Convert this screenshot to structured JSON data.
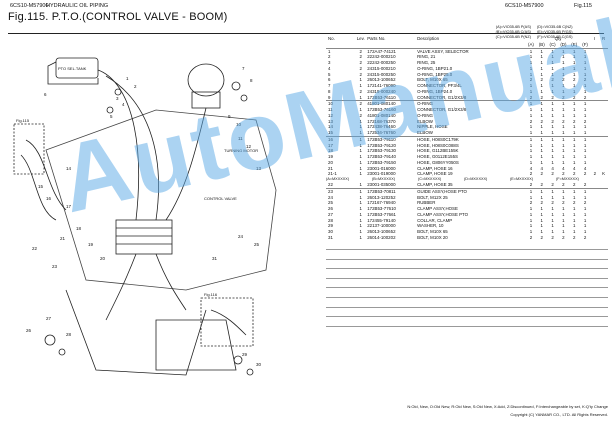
{
  "header": {
    "code_left": "6CS10-M57900",
    "section": "HYDRAULIC OIL PIPING",
    "figure_title": "Fig.115.  P.T.O.(CONTROL VALVE - BOOM)",
    "code_right": "6CS10-M57900",
    "fig_right": "Fig.115"
  },
  "legend": {
    "left": [
      "(A)=VIO35-6B P(AS)",
      "(B)=VIO35-6B C(AS)",
      "(C)=VIO35-6B P(NZ)"
    ],
    "right": [
      "(D)=VIO35-6B C(NZ)",
      "(E)=VIO35-6B P(GS)",
      "(F)=VIO35-6B C(GS)"
    ]
  },
  "diagram_labels": {
    "pto_sel_tank": "PTO SEL.TANK",
    "turning_motor": "TURNING MOTOR",
    "control_valve": "CONTROL VALVE",
    "fig_115a": "Fig.115",
    "fig_116": "Fig.116",
    "callouts": [
      "1",
      "2",
      "3",
      "4",
      "5",
      "6",
      "7",
      "8",
      "9",
      "10",
      "11",
      "12",
      "13",
      "14",
      "15",
      "16",
      "17",
      "18",
      "19",
      "20",
      "21",
      "22",
      "23",
      "24",
      "25",
      "26",
      "27",
      "28",
      "29",
      "30",
      "31"
    ]
  },
  "table": {
    "headers": {
      "no": "No.",
      "lev": "Lev.",
      "pn": "Parts No.",
      "desc": "Description",
      "qty": "Qty",
      "i": "I",
      "r": "R"
    },
    "qty_cols": [
      "(A)",
      "(B)",
      "(C)",
      "(D)",
      "(E)",
      "(F)"
    ],
    "rows": [
      {
        "no": "1",
        "lev": "2",
        "pn": "172A47-74121",
        "desc": "VALVE ASSY, SELECTOR",
        "q": [
          "1",
          "1",
          "1",
          "1",
          "1",
          "1"
        ],
        "i": "",
        "r": ""
      },
      {
        "no": "2",
        "lev": "2",
        "pn": "22242-000210",
        "desc": "RING, 21",
        "q": [
          "1",
          "1",
          "1",
          "1",
          "1",
          "1"
        ],
        "i": "",
        "r": ""
      },
      {
        "no": "3",
        "lev": "2",
        "pn": "22242-000250",
        "desc": "RING, 25",
        "q": [
          "1",
          "1",
          "1",
          "1",
          "1",
          "1"
        ],
        "i": "",
        "r": ""
      },
      {
        "no": "4",
        "lev": "2",
        "pn": "24315-000210",
        "desc": "O-RING, 1BP21.0",
        "q": [
          "1",
          "1",
          "1",
          "1",
          "1",
          "1"
        ],
        "i": "",
        "r": ""
      },
      {
        "no": "5",
        "lev": "2",
        "pn": "24315-000250",
        "desc": "O-RING, 1BP25.0",
        "q": [
          "1",
          "1",
          "1",
          "1",
          "1",
          "1"
        ],
        "i": "",
        "r": ""
      },
      {
        "no": "6",
        "lev": "1",
        "pn": "26013-100652",
        "desc": "BOLT, M10X 65",
        "q": [
          "2",
          "2",
          "2",
          "2",
          "2",
          "2"
        ],
        "i": "",
        "r": ""
      },
      {
        "no": "7",
        "lev": "1",
        "pn": "172141-76090",
        "desc": "CONNECTOR, PF3/4L",
        "q": [
          "1",
          "1",
          "1",
          "1",
          "1",
          "1"
        ],
        "i": "",
        "r": ""
      },
      {
        "no": "8",
        "lev": "2",
        "pn": "24315-000240",
        "desc": "O-RING, 1BP24.0",
        "q": [
          "1",
          "1",
          "1",
          "1",
          "1",
          "1"
        ],
        "i": "",
        "r": ""
      },
      {
        "no": "9",
        "lev": "1",
        "pn": "172B53-76110",
        "desc": "CONNECTOR, G1/2X3/8",
        "q": [
          "2",
          "2",
          "2",
          "2",
          "2",
          "2"
        ],
        "i": "",
        "r": "",
        "sep": true
      },
      {
        "no": "10",
        "lev": "2",
        "pn": "41801-080140",
        "desc": "O-RING",
        "q": [
          "1",
          "1",
          "1",
          "1",
          "1",
          "1"
        ],
        "i": "",
        "r": ""
      },
      {
        "no": "11",
        "lev": "1",
        "pn": "172B53-76160",
        "desc": "CONNECTOR, G1/2X3/8",
        "q": [
          "1",
          "1",
          "1",
          "1",
          "1",
          "1"
        ],
        "i": "",
        "r": ""
      },
      {
        "no": "12",
        "lev": "2",
        "pn": "41801-080140",
        "desc": "O-RING",
        "q": [
          "1",
          "1",
          "1",
          "1",
          "1",
          "1"
        ],
        "i": "",
        "r": ""
      },
      {
        "no": "13",
        "lev": "1",
        "pn": "172168-76370",
        "desc": "ELBOW",
        "q": [
          "2",
          "2",
          "2",
          "2",
          "2",
          "2"
        ],
        "i": "",
        "r": ""
      },
      {
        "no": "14",
        "lev": "1",
        "pn": "172438-76460",
        "desc": "NIPPLE, HOSE",
        "q": [
          "1",
          "1",
          "1",
          "1",
          "1",
          "1"
        ],
        "i": "",
        "r": ""
      },
      {
        "no": "15",
        "lev": "1",
        "pn": "172534-76760",
        "desc": "ELBOW",
        "q": [
          "1",
          "1",
          "1",
          "1",
          "1",
          "1"
        ],
        "i": "",
        "r": "",
        "sep": true
      },
      {
        "no": "16",
        "lev": "1",
        "pn": "172B53-79110",
        "desc": "HOSE, H08S0C179K",
        "q": [
          "1",
          "1",
          "1",
          "1",
          "1",
          "1"
        ],
        "i": "",
        "r": ""
      },
      {
        "no": "17",
        "lev": "1",
        "pn": "172B53-79120",
        "desc": "HOSE, H08S0C088S",
        "q": [
          "1",
          "1",
          "1",
          "1",
          "1",
          "1"
        ],
        "i": "",
        "r": ""
      },
      {
        "no": "18",
        "lev": "1",
        "pn": "172B53-79130",
        "desc": "HOSE, G112BE155K",
        "q": [
          "1",
          "1",
          "1",
          "1",
          "1",
          "1"
        ],
        "i": "",
        "r": ""
      },
      {
        "no": "19",
        "lev": "1",
        "pn": "172B53-79140",
        "desc": "HOSE, G0112E155S",
        "q": [
          "1",
          "1",
          "1",
          "1",
          "1",
          "1"
        ],
        "i": "",
        "r": ""
      },
      {
        "no": "20",
        "lev": "1",
        "pn": "172B53-79150",
        "desc": "HOSE, G806YY050S",
        "q": [
          "1",
          "1",
          "1",
          "1",
          "1",
          "1"
        ],
        "i": "",
        "r": ""
      },
      {
        "no": "21",
        "lev": "1",
        "pn": "23001-016000",
        "desc": "CLAMP, HOSE 16",
        "q": [
          "4",
          "4",
          "4",
          "4",
          "4",
          "4"
        ],
        "i": "",
        "r": ""
      },
      {
        "no": "21-1",
        "lev": "1",
        "pn": "23001-019000",
        "desc": "CLAMP, HOSE 19",
        "q": [
          "2",
          "2",
          "2",
          "2",
          "2",
          "2"
        ],
        "i": "2",
        "r": "K",
        "sub": [
          "(A=MXXXXX)",
          "(B=MXXXXX)",
          "(C=MXXXXX)",
          "(D=MXXXXX)",
          "(E=MXXXXX)",
          "(F=MXXXXX)"
        ]
      },
      {
        "no": "22",
        "lev": "1",
        "pn": "23001-035000",
        "desc": "CLAMP, HOSE 35",
        "q": [
          "2",
          "2",
          "2",
          "2",
          "2",
          "2"
        ],
        "i": "",
        "r": "",
        "sep": true
      },
      {
        "no": "23",
        "lev": "1",
        "pn": "172B53-70811",
        "desc": "GUIDE ASSY,HOSE PTO",
        "q": [
          "1",
          "1",
          "1",
          "1",
          "1",
          "1"
        ],
        "i": "",
        "r": ""
      },
      {
        "no": "24",
        "lev": "1",
        "pn": "26013-120252",
        "desc": "BOLT, M12X 25",
        "q": [
          "1",
          "1",
          "1",
          "1",
          "1",
          "1"
        ],
        "i": "",
        "r": ""
      },
      {
        "no": "25",
        "lev": "1",
        "pn": "172167-76940",
        "desc": "RUBBER",
        "q": [
          "2",
          "2",
          "2",
          "2",
          "2",
          "2"
        ],
        "i": "",
        "r": ""
      },
      {
        "no": "26",
        "lev": "1",
        "pn": "172B53-77610",
        "desc": "CLAMP ASSY,HOSE",
        "q": [
          "1",
          "1",
          "1",
          "1",
          "1",
          "1"
        ],
        "i": "",
        "r": ""
      },
      {
        "no": "27",
        "lev": "1",
        "pn": "172B53-77661",
        "desc": "CLAMP ASSY,HOSE PTO",
        "q": [
          "1",
          "1",
          "1",
          "1",
          "1",
          "1"
        ],
        "i": "",
        "r": ""
      },
      {
        "no": "28",
        "lev": "1",
        "pn": "172455-79140",
        "desc": "COLLAR, CLAMP",
        "q": [
          "1",
          "1",
          "1",
          "1",
          "1",
          "1"
        ],
        "i": "",
        "r": ""
      },
      {
        "no": "29",
        "lev": "1",
        "pn": "22137-100000",
        "desc": "WASHER, 10",
        "q": [
          "1",
          "1",
          "1",
          "1",
          "1",
          "1"
        ],
        "i": "",
        "r": ""
      },
      {
        "no": "30",
        "lev": "1",
        "pn": "26013-100652",
        "desc": "BOLT, M10X 65",
        "q": [
          "1",
          "1",
          "1",
          "1",
          "1",
          "1"
        ],
        "i": "",
        "r": ""
      },
      {
        "no": "31",
        "lev": "1",
        "pn": "26014-100202",
        "desc": "BOLT, M10X 20",
        "q": [
          "2",
          "2",
          "2",
          "2",
          "2",
          "2"
        ],
        "i": "",
        "r": ""
      }
    ]
  },
  "footer": {
    "legend": "N:Old, New, O:Old New, R:Old New, S:Old New, X:Add, Z:Discontinued, F:Interchangeable by set, K:Q'ty Change",
    "copyright": "Copyright (C) YANMAR CO., LTD. All Rights Reserved."
  },
  "watermark": "AutoManual",
  "colors": {
    "watermark": "#5aa9e6",
    "ink": "#111111"
  }
}
